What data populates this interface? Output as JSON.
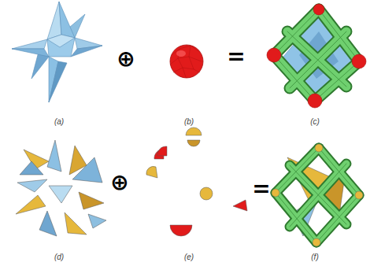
{
  "diagram": {
    "labels": [
      "(a)",
      "⊕",
      "(b)",
      "=",
      "(c)",
      "(d)",
      "⊕",
      "(e)",
      "=",
      "(f)"
    ]
  }
}
